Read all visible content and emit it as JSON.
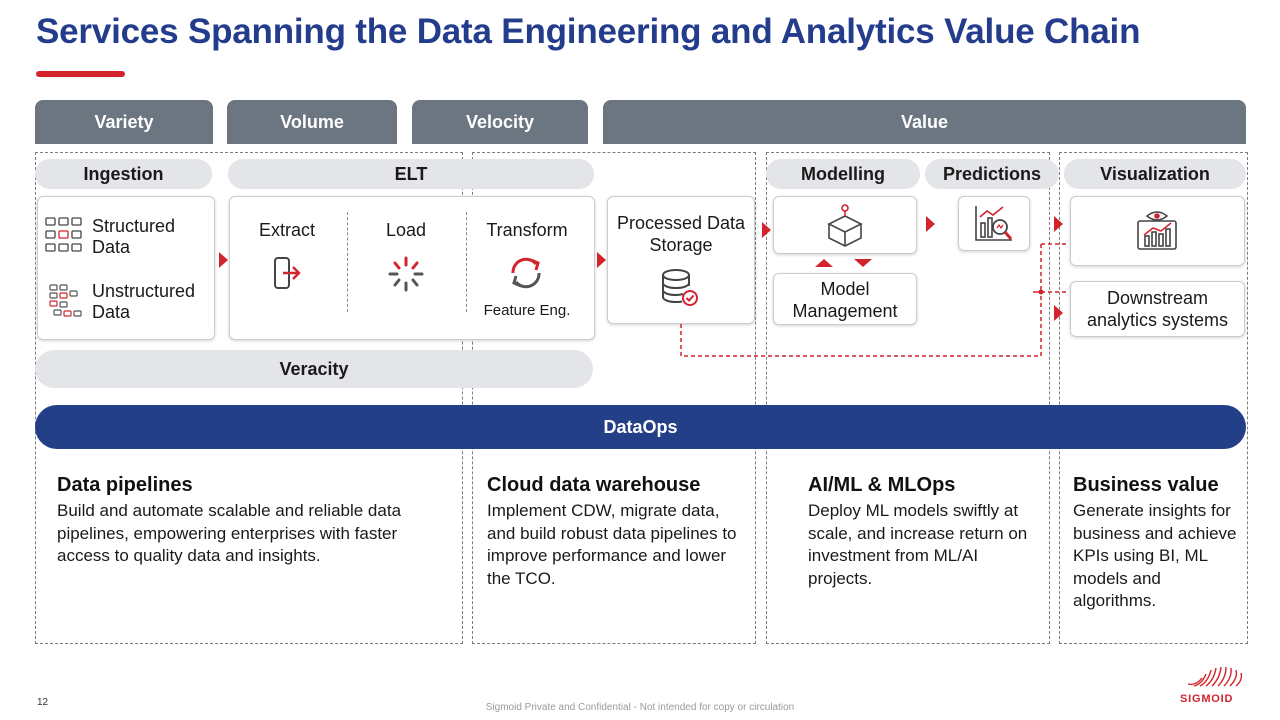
{
  "title": "Services Spanning the Data Engineering and Analytics Value Chain",
  "tabs": [
    "Variety",
    "Volume",
    "Velocity",
    "Value"
  ],
  "stages": {
    "ingestion": "Ingestion",
    "elt": "ELT",
    "modelling": "Modelling",
    "predictions": "Predictions",
    "visualization": "Visualization",
    "veracity": "Veracity"
  },
  "ingestion_items": {
    "structured": "Structured Data",
    "unstructured": "Unstructured Data"
  },
  "elt_steps": {
    "extract": "Extract",
    "load": "Load",
    "transform": "Transform",
    "feature_eng": "Feature Eng."
  },
  "storage": "Processed Data Storage",
  "model_management": "Model Management",
  "downstream": "Downstream analytics systems",
  "dataops": "DataOps",
  "sections": [
    {
      "heading": "Data pipelines",
      "body": "Build and automate scalable and reliable data pipelines, empowering enterprises with faster access to quality data and insights."
    },
    {
      "heading": "Cloud data warehouse",
      "body": "Implement CDW, migrate data, and build robust data pipelines to improve performance and lower the TCO."
    },
    {
      "heading": "AI/ML & MLOps",
      "body": "Deploy ML models swiftly at scale, and increase return on investment from ML/AI projects."
    },
    {
      "heading": "Business value",
      "body": "Generate insights for business and achieve KPIs using BI, ML models and algorithms."
    }
  ],
  "page_number": "12",
  "footer": "Sigmoid Private and Confidential - Not intended for copy or circulation",
  "logo": "SIGMOID",
  "colors": {
    "title": "#243c8c",
    "accent": "#d3242e",
    "tab": "#6b7681",
    "dataops": "#233f87",
    "pill": "#e3e5e8"
  }
}
